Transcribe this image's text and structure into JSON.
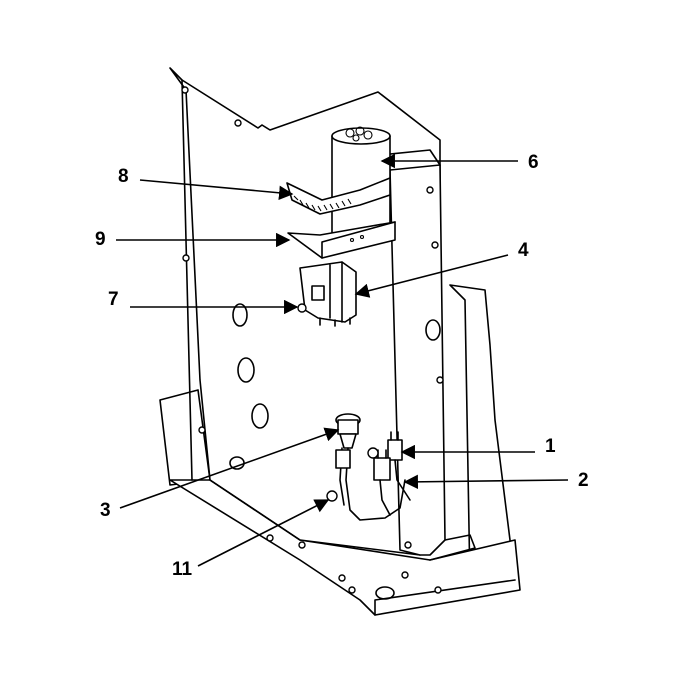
{
  "callouts": [
    {
      "id": "1",
      "label": "1"
    },
    {
      "id": "2",
      "label": "2"
    },
    {
      "id": "3",
      "label": "3"
    },
    {
      "id": "4",
      "label": "4"
    },
    {
      "id": "6",
      "label": "6"
    },
    {
      "id": "7",
      "label": "7"
    },
    {
      "id": "8",
      "label": "8"
    },
    {
      "id": "9",
      "label": "9"
    },
    {
      "id": "11",
      "label": "11"
    }
  ]
}
